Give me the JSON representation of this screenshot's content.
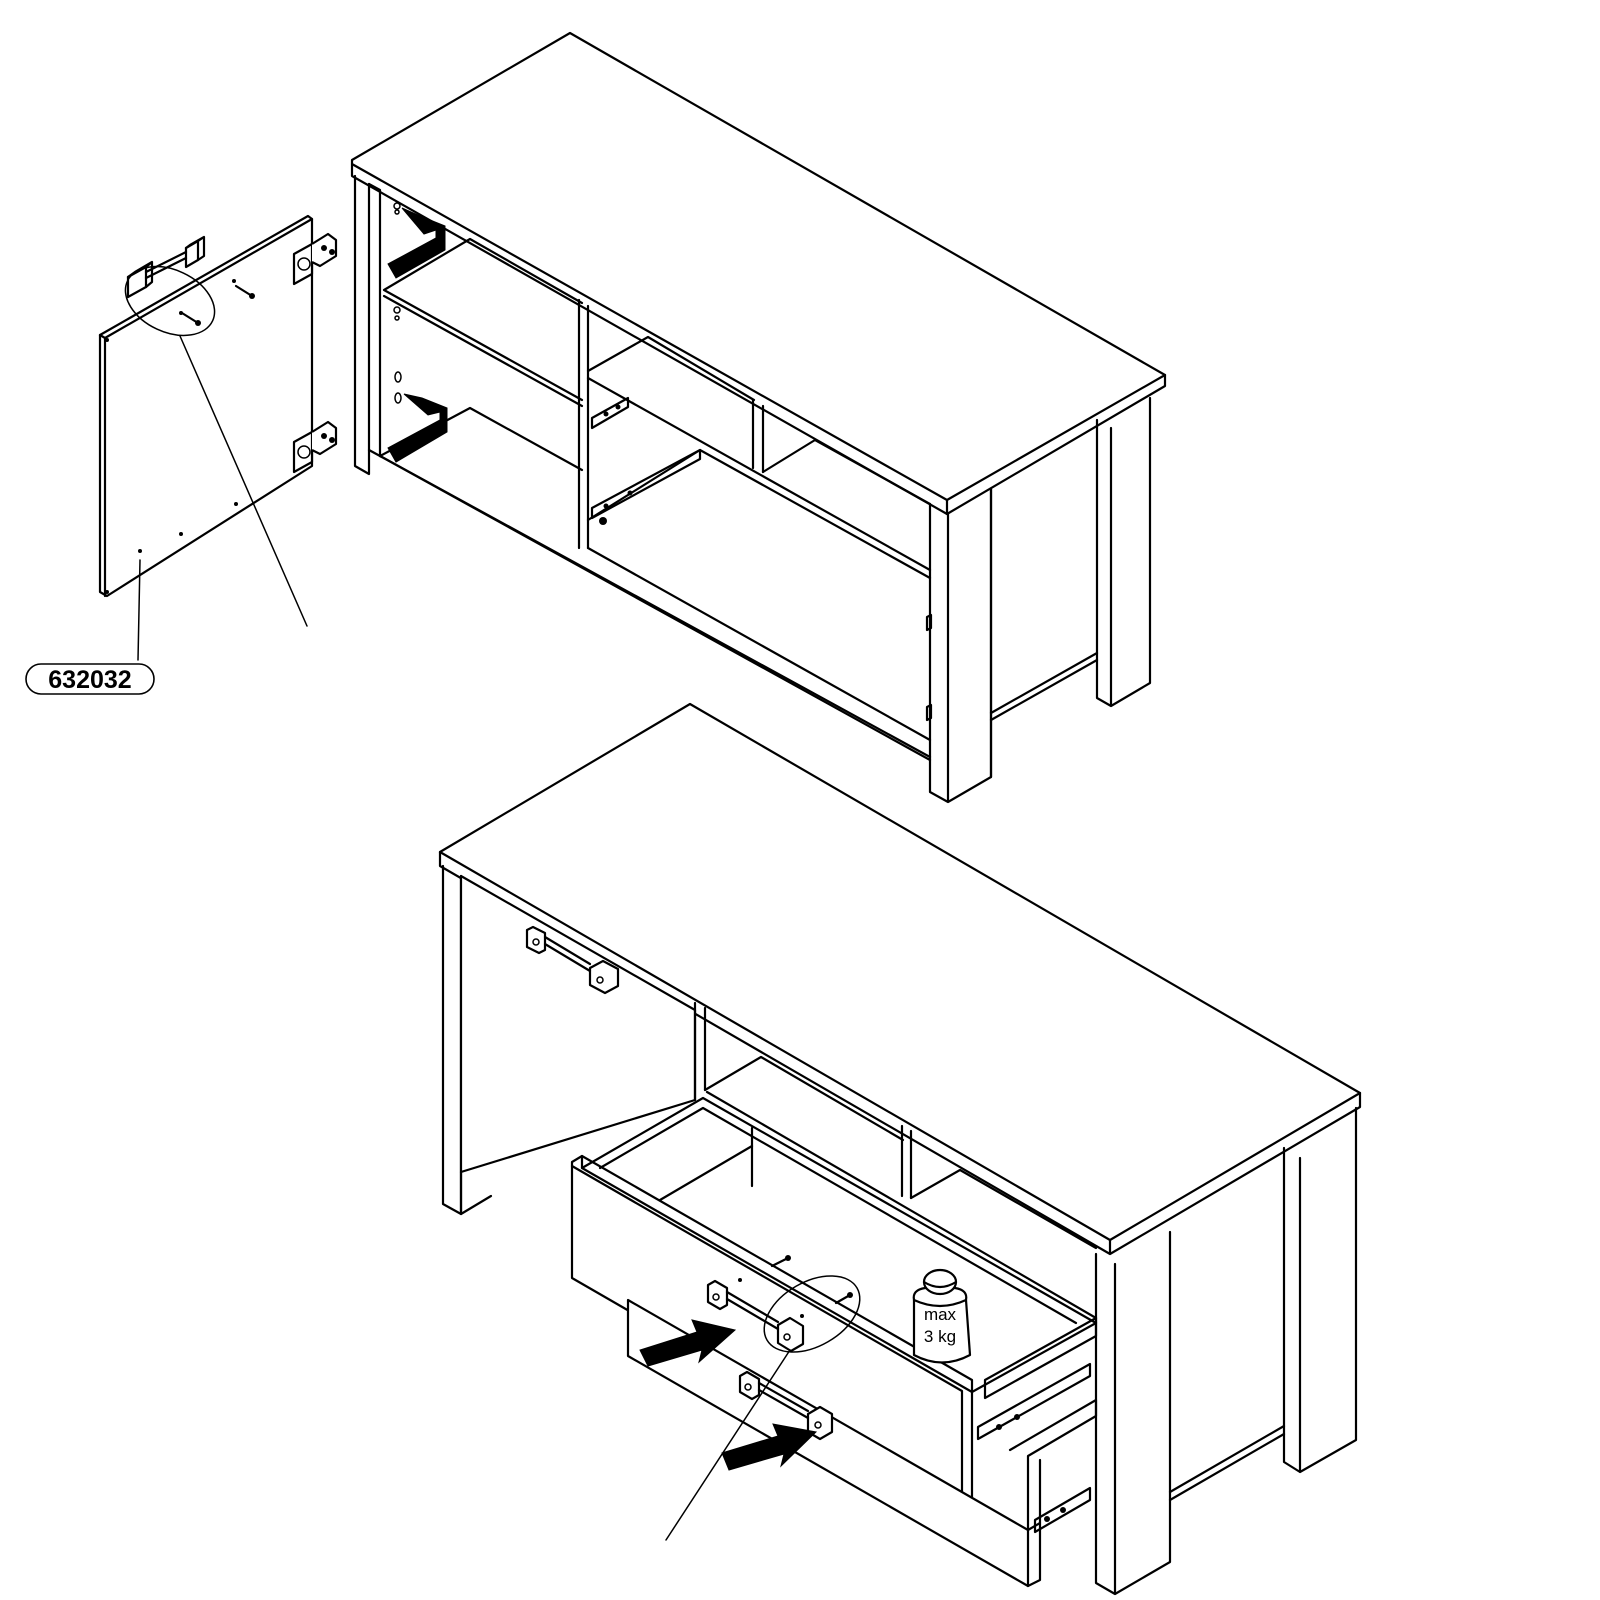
{
  "part_label": {
    "code": "632032"
  },
  "weight_label": {
    "line1": "max",
    "line2": "3 kg"
  },
  "colors": {
    "line": "#000000",
    "background": "#ffffff"
  },
  "icons": [
    "arrow-icon",
    "weight-icon",
    "hinge-icon",
    "handle-icon",
    "screw-icon",
    "drawer-runner-icon"
  ]
}
